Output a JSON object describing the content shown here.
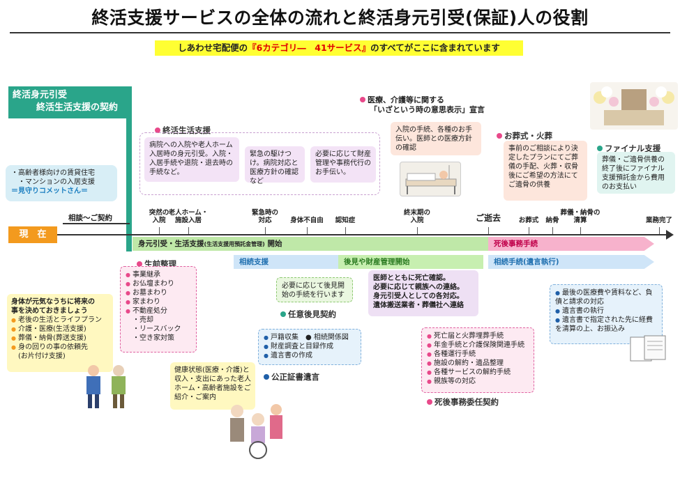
{
  "title": "終活支援サービスの全体の流れと終活身元引受(保証)人の役割",
  "subtitle": {
    "prefix": "しあわせ宅配便の",
    "highlight": "『6カテゴリ―　41サービス』",
    "suffix": "のすべてがここに含まれています"
  },
  "contract_header": {
    "line1": "終活身元引受",
    "line2": "終活生活支援の契約"
  },
  "mimamori_box": {
    "line1": "・高齢者様向けの賃貸住宅",
    "line2": "・マンションの入居支援",
    "line3": "＝見守りコメットさん＝"
  },
  "consult_label": "相談～ご契約",
  "now_label": "現　在",
  "timeline_ticks": [
    {
      "label": "突然の\n入院"
    },
    {
      "label": "老人ホーム・\n施設入居"
    },
    {
      "label": "緊急時の\n対応"
    },
    {
      "label": "身体不自由"
    },
    {
      "label": "認知症"
    },
    {
      "label": "終末期の\n入院"
    },
    {
      "label": "ご逝去"
    },
    {
      "label": "お葬式"
    },
    {
      "label": "納骨"
    },
    {
      "label": "葬儀・納骨の\n清算"
    },
    {
      "label": "業務完了"
    }
  ],
  "life_support": {
    "label": "終活生活支援",
    "box1": "病院への入院や老人ホーム入居時の身元引受。入院・入居手続や退院・退去時の手続など。",
    "box2": "緊急の駆けつけ。病院対応と医療方針の確認など",
    "box3": "必要に応じて財産管理や事務代行のお手伝い。"
  },
  "medical": {
    "label_line1": "医療、介護等に関する",
    "label_line2": "「いざという時の意思表示」宣言",
    "box": "入院の手続、各種のお手伝い。医師との医療方針の確認"
  },
  "funeral": {
    "label": "お葬式・火葬",
    "box": "事前のご相談により決定したプランにてご葬儀の手配、火葬・収骨後にご希望の方法にてご遺骨の供養"
  },
  "final_support": {
    "label": "ファイナル支援",
    "box": "葬儀・ご遺骨供養の終了後にファイナル支援預託金から費用のお支払い"
  },
  "bands": {
    "green": "身元引受・生活支援",
    "green_small": "(生活支援用預託金管理)",
    "green_suffix": "開始",
    "pink": "死後事務手続",
    "blue1": "相続支援",
    "green2": "後見や財産管理開始",
    "blue2": "相続手続(遺言執行)"
  },
  "pre_arrange": {
    "label": "生前整理",
    "items": [
      "事業継承",
      "お仏壇まわり",
      "お墓まわり",
      "家まわり",
      "不動産処分"
    ],
    "subitems": [
      "・売却",
      "・リースバック",
      "・空き家対策"
    ]
  },
  "decide_early": {
    "head_line1": "身体が元気なうちに将来の",
    "head_line2": "事を決めておきましょう",
    "items": [
      "老後の生活とライフプラン",
      "介護・医療(生活支援)",
      "葬儀・納骨(葬送支援)",
      "身の回りの事の依頼先"
    ],
    "tail": "(お片付け支援)"
  },
  "care_home": "健康状態(医療・介護)と収入・支出にあった老人ホーム・高齢者施設をご紹介・ご案内",
  "guardian": {
    "box": "必要に応じて後見開始の手続を行います",
    "label": "任意後見契約"
  },
  "death_confirm": {
    "line1": "医師とともに死亡確認。",
    "line2": "必要に応じて親族への連絡。",
    "line3": "身元引受人としての各対応。",
    "line4": "遺体搬送業者・葬儀社へ連絡"
  },
  "inheritance": {
    "items": [
      "戸籍収集　● 相続関係図",
      "財産調査と目録作成",
      "遺言書の作成"
    ],
    "label": "公正証書遺言"
  },
  "posthumous": {
    "items": [
      "死亡届と火葬埋葬手続",
      "年金手続と介護保険関連手続",
      "各種運行手続",
      "施設の解約・遺品整理",
      "各種サービスの解約手続",
      "親族等の対応"
    ],
    "label": "死後事務委任契約"
  },
  "will_exec": {
    "items": [
      "最後の医療費や賃料など、負債と請求の対応",
      "遺言書の執行",
      "遺言書で指定された先に経費を清算の上、お振込み"
    ]
  },
  "colors": {
    "green": "#2aa58a",
    "orange": "#f39a1e",
    "pink": "#e8498a",
    "navy": "#1f5fa8",
    "yellow": "#ffff33"
  }
}
